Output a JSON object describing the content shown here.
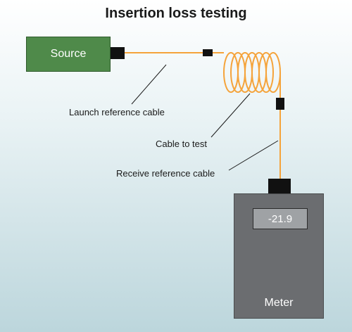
{
  "title": "Insertion loss testing",
  "source": {
    "label": "Source",
    "color": "#4f8a4a"
  },
  "meter": {
    "label": "Meter",
    "reading": "-21.9",
    "color": "#6b6d70"
  },
  "labels": {
    "launch": "Launch reference cable",
    "test": "Cable to test",
    "receive": "Receive reference cable"
  },
  "colors": {
    "fiber": "#f5a33a",
    "connector": "#111111"
  }
}
